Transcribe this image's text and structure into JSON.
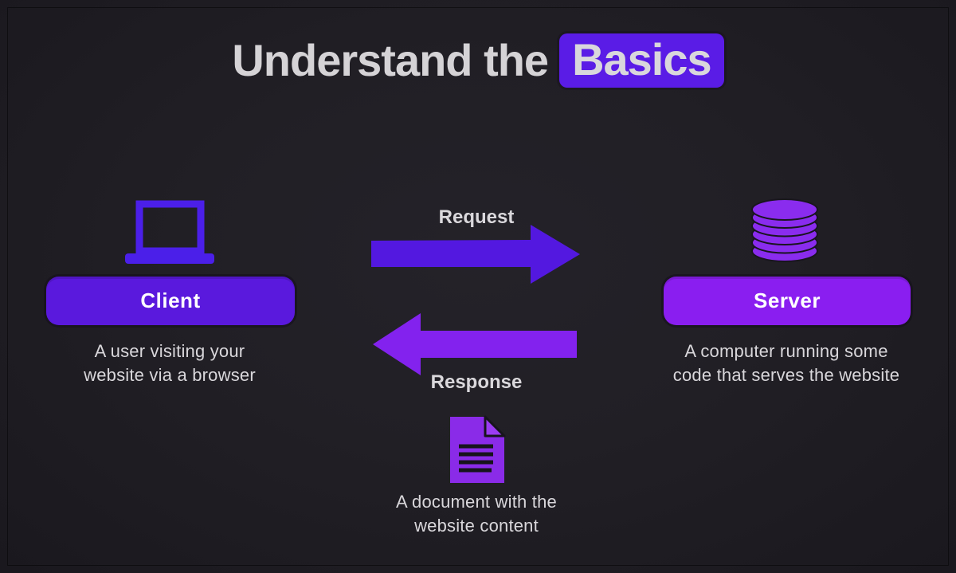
{
  "title": {
    "prefix": "Understand the",
    "highlight": "Basics"
  },
  "client": {
    "label": "Client",
    "description_lines": [
      "A user visiting your",
      "website via a browser"
    ],
    "icon": "laptop-icon"
  },
  "server": {
    "label": "Server",
    "description_lines": [
      "A computer running some",
      "code that serves the website"
    ],
    "icon": "database-icon"
  },
  "flow": {
    "request_label": "Request",
    "response_label": "Response"
  },
  "document": {
    "description_lines": [
      "A document with the",
      "website content"
    ],
    "icon": "document-icon"
  },
  "colors": {
    "background": "#201E24",
    "text_primary": "#D9D7DB",
    "label_text": "#FFFFFF",
    "accent_indigo": "#551CE0",
    "accent_purple": "#8A1EF0",
    "highlight_box": "#5A1CE6",
    "icon_outline_dark": "#19151F"
  }
}
